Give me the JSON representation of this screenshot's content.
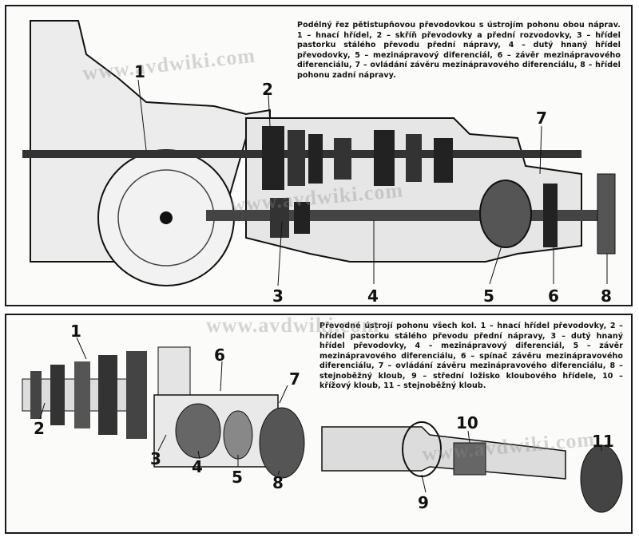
{
  "watermark": "www.avdwiki.com",
  "top": {
    "caption": "Podélný řez pětistupňovou převodovkou s ústrojím pohonu obou náprav. 1 – hnací hřídel, 2 – skříň převodovky a přední rozvodovky, 3 – hřídel pastorku stálého převodu přední nápravy, 4 – dutý hnaný hřídel převodovky, 5 – mezinápravový diferenciál, 6 – závěr mezinápravového diferenciálu, 7 – ovládání závěru mezinápravového diferenciálu, 8 – hřídel pohonu zadní nápravy.",
    "callouts": [
      "1",
      "2",
      "3",
      "4",
      "5",
      "6",
      "7",
      "8"
    ]
  },
  "bottom": {
    "caption": "Převodné ústrojí pohonu všech kol. 1 – hnací hřídel převodovky, 2 – hřídel pastorku stálého převodu přední nápravy, 3 – dutý hnaný hřídel převodovky, 4 – mezinápravový diferenciál, 5 – závěr mezinápravového diferenciálu, 6 – spínač závěru mezinápravového diferenciálu, 7 – ovládání závěru mezinápravového diferenciálu, 8 – stejnoběžný kloub, 9 – střední ložisko kloubového hřídele, 10 – křížový kloub, 11 – stejnoběžný kloub.",
    "callouts": [
      "1",
      "2",
      "3",
      "4",
      "5",
      "6",
      "7",
      "8",
      "9",
      "10",
      "11"
    ]
  }
}
